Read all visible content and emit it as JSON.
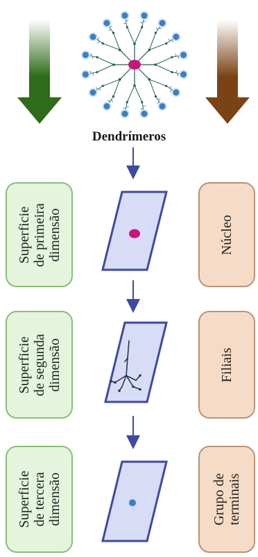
{
  "title": "Dendrímeros",
  "left_boxes": [
    {
      "lines": [
        "Superficie",
        "de primeira",
        "dimensão"
      ]
    },
    {
      "lines": [
        "Superficie",
        "de segunda",
        "dimensão"
      ]
    },
    {
      "lines": [
        "Superficie",
        "de tercera",
        "dimensão"
      ]
    }
  ],
  "right_boxes": [
    {
      "lines": [
        "Núcleo"
      ]
    },
    {
      "lines": [
        "Filiais"
      ]
    },
    {
      "lines": [
        "Grupo de",
        "terminais"
      ]
    }
  ],
  "colors": {
    "green_arrow": "#2e6b1a",
    "brown_arrow": "#7a4315",
    "plane_fill": "#d9dcf7",
    "plane_stroke": "#3d4aa0",
    "core": "#c8157c",
    "terminal": "#3b7fc4",
    "branch": "#1f5e55"
  }
}
